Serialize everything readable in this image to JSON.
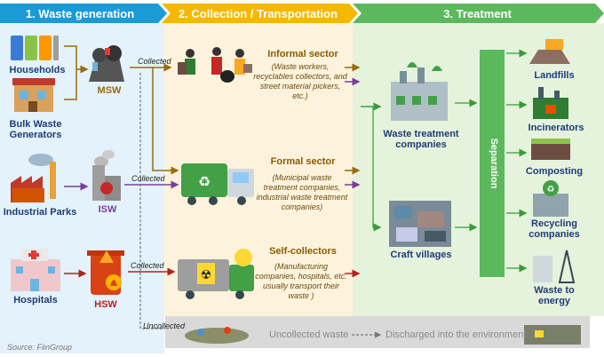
{
  "headers": {
    "generation": "1. Waste generation",
    "collection": "2. Collection / Transportation",
    "treatment": "3. Treatment"
  },
  "sources": {
    "households": "Households",
    "bulk": "Bulk Waste Generators",
    "industrial": "Industrial Parks",
    "hospitals": "Hospitals"
  },
  "waste_types": {
    "msw": "MSW",
    "isw": "ISW",
    "hsw": "HSW"
  },
  "collected": "Collected",
  "uncollected": "Uncollected",
  "sectors": {
    "informal_title": "Informal sector",
    "informal_desc": "(Waste workers, recyclables collectors, and street material pickers, etc.)",
    "formal_title": "Formal sector",
    "formal_desc": "(Municipal waste treatment companies, industrial waste treatment companies)",
    "self_title": "Self-collectors",
    "self_desc": "(Manufacturing companies, hospitals, etc. usually transport their waste )"
  },
  "treatment": {
    "wtc": "Waste treatment companies",
    "craft": "Craft villages",
    "separation": "Separation",
    "landfills": "Landfills",
    "incinerators": "Incinerators",
    "composting": "Composting",
    "recycling": "Recycling companies",
    "wte": "Waste to energy"
  },
  "uncollected_bar": {
    "uncollected_waste": "Uncollected waste",
    "discharged": "Discharged into the environment"
  },
  "source_note": "Source: FiinGroup",
  "colors": {
    "gen_header": "#1b9ad6",
    "col_header": "#f5b800",
    "tr_header": "#5cb85c",
    "gen_bg": "#e3f2fb",
    "col_bg": "#fdf3dc",
    "tr_bg": "#e5f3dc",
    "separation": "#5cb85c",
    "arrow_orange": "#9a6a10",
    "arrow_purple": "#7a3f9a",
    "arrow_red": "#b22222",
    "arrow_green": "#4caf50"
  }
}
